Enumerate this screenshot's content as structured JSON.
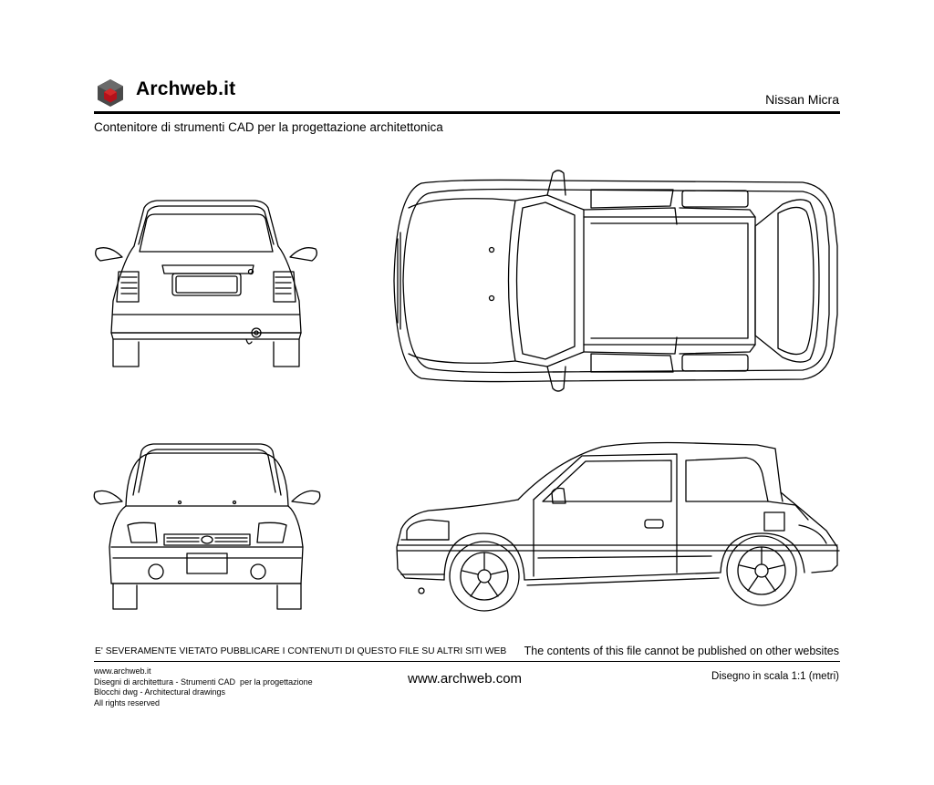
{
  "header": {
    "logo_text": "Archweb.it",
    "drawing_title": "Nissan Micra",
    "subtitle": "Contenitore di strumenti CAD per la progettazione architettonica"
  },
  "notice": {
    "italian": "E' SEVERAMENTE VIETATO PUBBLICARE I CONTENUTI DI QUESTO FILE SU ALTRI SITI WEB",
    "english": "The contents of this file cannot be published on other websites"
  },
  "footer": {
    "lines": [
      "www.archweb.it",
      "Disegni di architettura - Strumenti CAD  per la progettazione",
      "Blocchi dwg - Architectural drawings",
      "All rights reserved"
    ],
    "url": "www.archweb.com",
    "scale": "Disegno in scala 1:1 (metri)"
  },
  "colors": {
    "logo_dark": "#4a4a4a",
    "logo_red": "#b5121b",
    "line": "#000000"
  }
}
